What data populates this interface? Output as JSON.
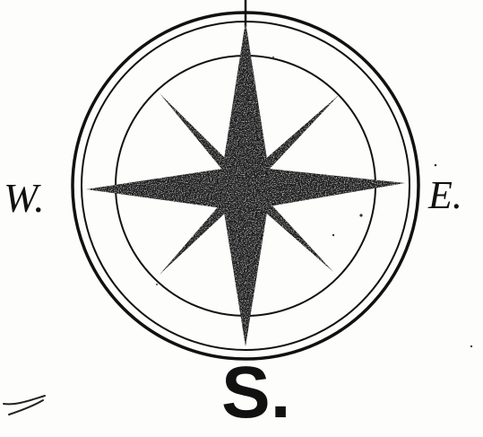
{
  "compass": {
    "labels": {
      "west": "W.",
      "east": "E.",
      "south": "S."
    }
  },
  "colors": {
    "ink": "#111111",
    "paper": "#fdfdfb"
  }
}
